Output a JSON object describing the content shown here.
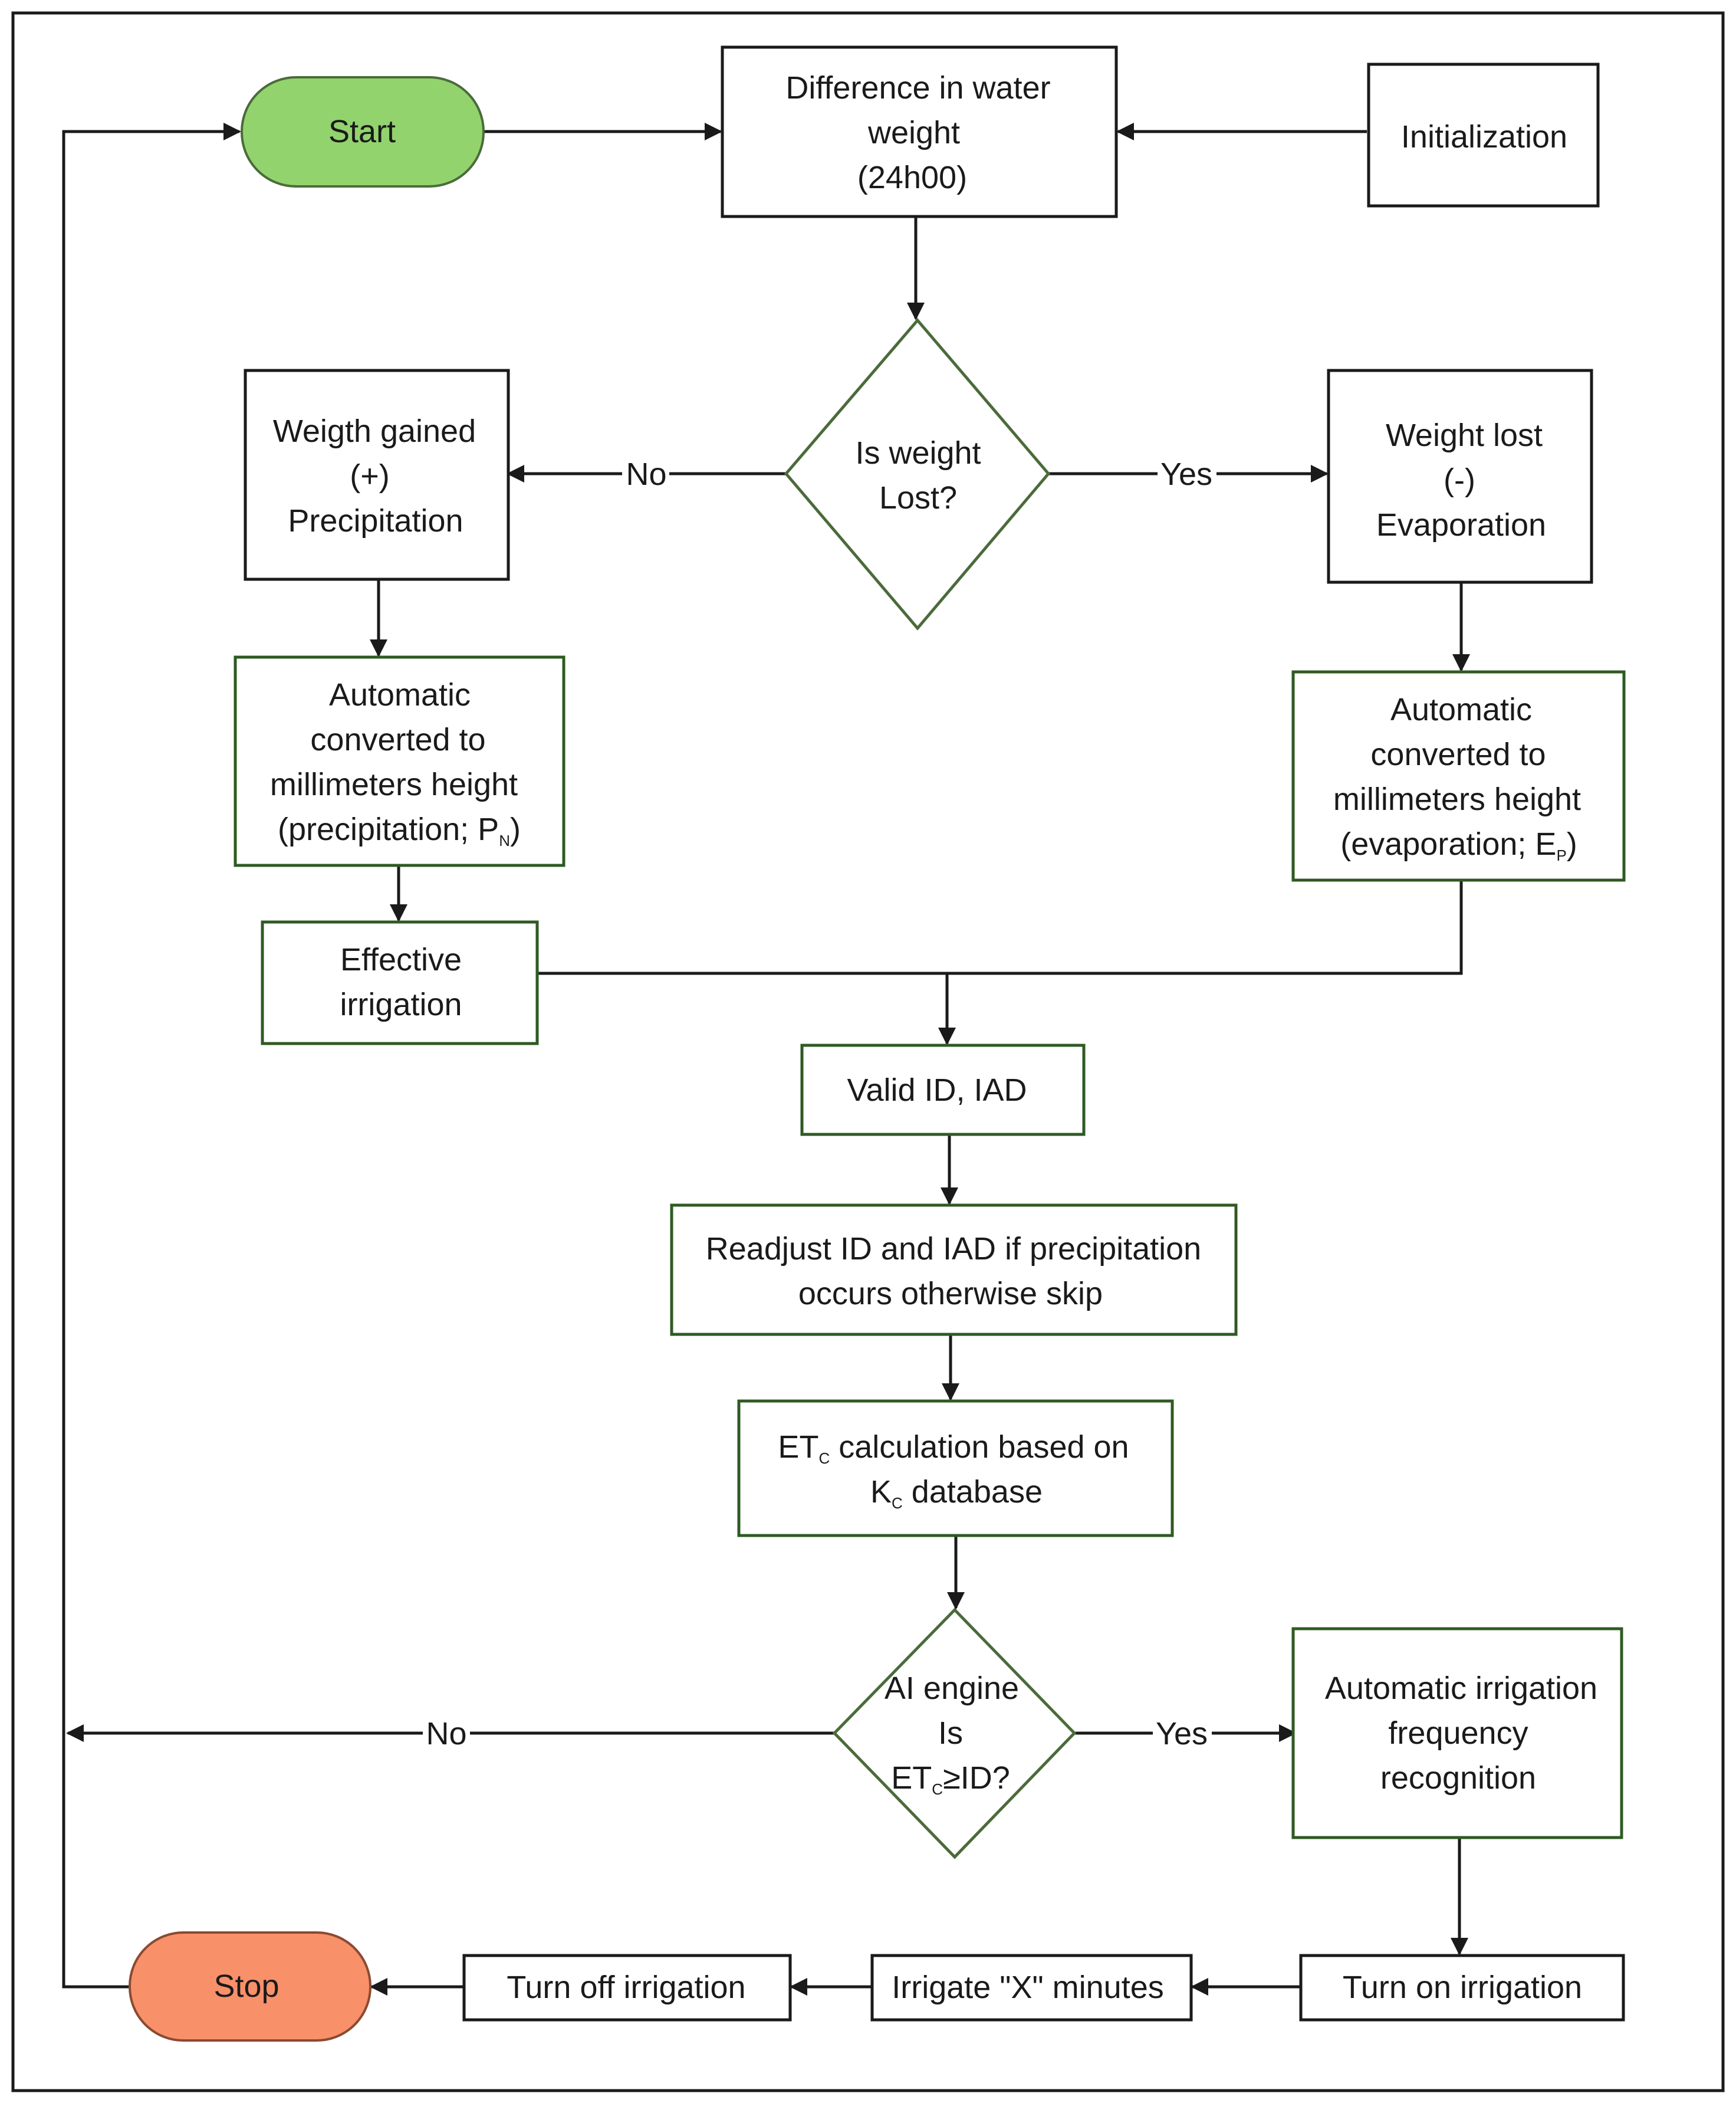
{
  "nodes": {
    "start": {
      "label": "Start",
      "fill": "#92d36e"
    },
    "stop": {
      "label": "Stop",
      "fill": "#f8906a"
    },
    "initialization": {
      "label": "Initialization"
    },
    "water_weight": {
      "lines": [
        "Difference in water",
        "weight",
        "(24h00)"
      ]
    },
    "is_weight_lost": {
      "lines": [
        "Is weight",
        "Lost?"
      ]
    },
    "weight_gained": {
      "lines": [
        "Weigth gained",
        "(+)",
        "Precipitation"
      ]
    },
    "weight_lost": {
      "lines": [
        "Weight lost",
        "(-)",
        "Evaporation"
      ]
    },
    "auto_convert_precip": {
      "lines": [
        "Automatic",
        "converted to",
        "millimeters height",
        "(precipitation; P",
        "N",
        ")"
      ]
    },
    "auto_convert_evap": {
      "lines": [
        "Automatic",
        "converted to",
        "millimeters height",
        "(evaporation;  E",
        "P",
        ")"
      ]
    },
    "effective_irrigation": {
      "lines": [
        "Effective",
        "irrigation"
      ]
    },
    "valid_id": {
      "label": "Valid ID, IAD"
    },
    "readjust": {
      "lines": [
        "Readjust ID and IAD if precipitation",
        "occurs otherwise skip"
      ]
    },
    "etc_calc": {
      "lines": [
        "ET",
        "C",
        " calculation based on",
        "K",
        "C",
        " database"
      ]
    },
    "ai_engine": {
      "lines": [
        "AI engine",
        "Is",
        "ET",
        "C",
        "≥ID?"
      ]
    },
    "auto_freq": {
      "lines": [
        "Automatic irrigation",
        "frequency",
        "recognition"
      ]
    },
    "turn_on": {
      "label": "Turn on irrigation"
    },
    "irrigate_x": {
      "label": "Irrigate \"X\" minutes"
    },
    "turn_off": {
      "label": "Turn off irrigation"
    }
  },
  "edge_labels": {
    "no_top": "No",
    "yes_top": "Yes",
    "no_bottom": "No",
    "yes_bottom": "Yes"
  },
  "colors": {
    "black_border": "#1a1a1a",
    "green_border": "#2f5a23",
    "diamond_border": "#4b6b3a"
  }
}
